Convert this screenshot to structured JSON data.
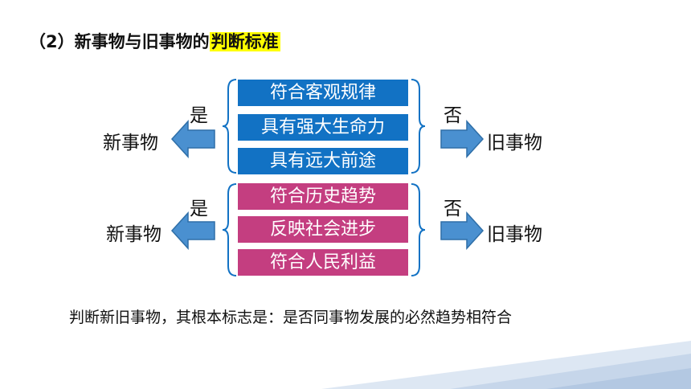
{
  "title": {
    "prefix": "（2）新事物与旧事物的",
    "highlight": "判断标准"
  },
  "groups": [
    {
      "criteria": [
        "符合客观规律",
        "具有强大生命力",
        "具有远大前途"
      ],
      "yes_label": "是",
      "no_label": "否",
      "new_label": "新事物",
      "old_label": "旧事物"
    },
    {
      "criteria": [
        "符合历史趋势",
        "反映社会进步",
        "符合人民利益"
      ],
      "yes_label": "是",
      "no_label": "否",
      "new_label": "新事物",
      "old_label": "旧事物"
    }
  ],
  "summary": "判断新旧事物，其根本标志是：是否同事物发展的必然趋势相符合",
  "colors": {
    "group1_box": "#1272c4",
    "group2_box": "#c43e80",
    "arrow": "#4a90d0",
    "accent_band": "#c6d6ea"
  }
}
